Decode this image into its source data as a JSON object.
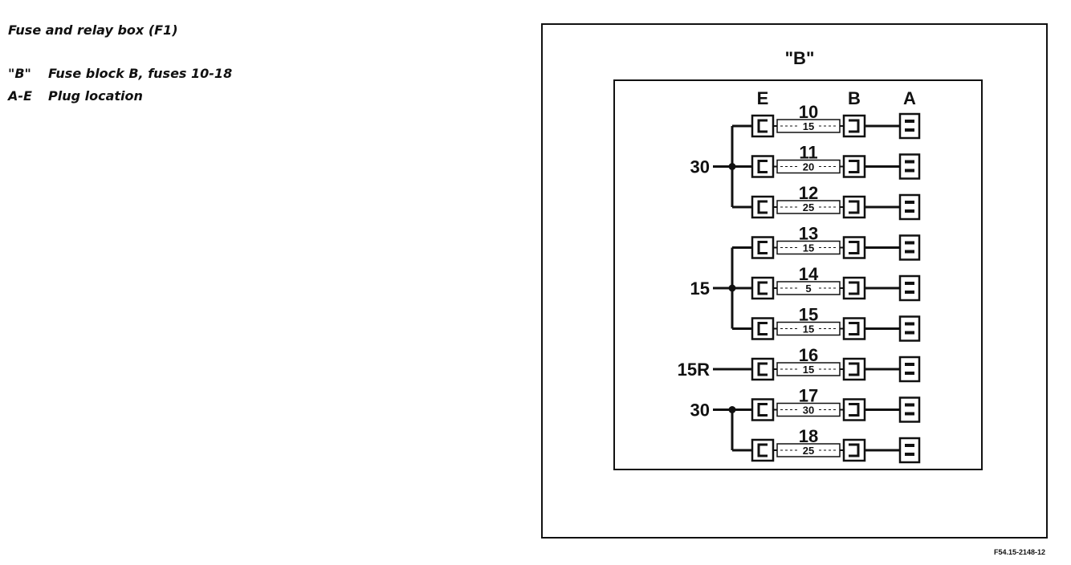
{
  "legend": {
    "title": "Fuse and relay box (F1)",
    "items": [
      {
        "key": "\"B\"",
        "text": "Fuse block B, fuses 10-18"
      },
      {
        "key": "A-E",
        "text": "Plug location"
      }
    ]
  },
  "diagram": {
    "block_label": "\"B\"",
    "column_labels": {
      "e": "E",
      "b": "B",
      "a": "A"
    },
    "fuses": [
      {
        "number": "10",
        "rating": "15"
      },
      {
        "number": "11",
        "rating": "20"
      },
      {
        "number": "12",
        "rating": "25"
      },
      {
        "number": "13",
        "rating": "15"
      },
      {
        "number": "14",
        "rating": "5"
      },
      {
        "number": "15",
        "rating": "15"
      },
      {
        "number": "16",
        "rating": "15"
      },
      {
        "number": "17",
        "rating": "30"
      },
      {
        "number": "18",
        "rating": "25"
      }
    ],
    "groups": [
      {
        "label": "30",
        "fuse_indexes": [
          0,
          1,
          2
        ]
      },
      {
        "label": "15",
        "fuse_indexes": [
          3,
          4,
          5
        ]
      },
      {
        "label": "15R",
        "fuse_indexes": [
          6
        ]
      },
      {
        "label": "30",
        "fuse_indexes": [
          7,
          8
        ]
      }
    ],
    "reference": "F54.15-2148-12"
  }
}
